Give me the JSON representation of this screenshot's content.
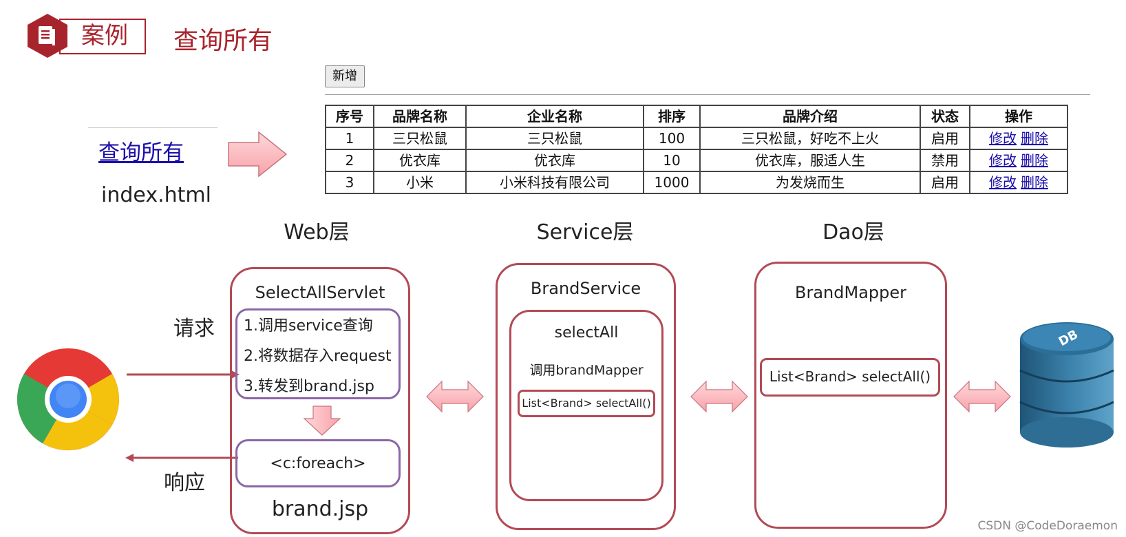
{
  "header": {
    "tag": "案例",
    "title": "查询所有"
  },
  "left": {
    "link": "查询所有",
    "filename": "index.html"
  },
  "page_mock": {
    "add_button": "新增",
    "columns": [
      "序号",
      "品牌名称",
      "企业名称",
      "排序",
      "品牌介绍",
      "状态",
      "操作"
    ],
    "rows": [
      {
        "id": "1",
        "brand": "三只松鼠",
        "company": "三只松鼠",
        "order": "100",
        "desc": "三只松鼠，好吃不上火",
        "status": "启用"
      },
      {
        "id": "2",
        "brand": "优衣库",
        "company": "优衣库",
        "order": "10",
        "desc": "优衣库，服适人生",
        "status": "禁用"
      },
      {
        "id": "3",
        "brand": "小米",
        "company": "小米科技有限公司",
        "order": "1000",
        "desc": "为发烧而生",
        "status": "启用"
      }
    ],
    "edit_label": "修改",
    "delete_label": "删除"
  },
  "layers": {
    "web": "Web层",
    "service": "Service层",
    "dao": "Dao层"
  },
  "web_layer": {
    "servlet": "SelectAllServlet",
    "steps": [
      "1.调用service查询",
      "2.将数据存入request",
      "3.转发到brand.jsp"
    ],
    "foreach": "<c:foreach>",
    "jsp": "brand.jsp"
  },
  "service_layer": {
    "name": "BrandService",
    "method": "selectAll",
    "call": "调用brandMapper",
    "signature": "List<Brand> selectAll()"
  },
  "dao_layer": {
    "name": "BrandMapper",
    "signature": "List<Brand> selectAll()"
  },
  "browser": {
    "request": "请求",
    "response": "响应"
  },
  "db": {
    "label": "DB"
  },
  "watermark": "CSDN @CodeDoraemon",
  "colors": {
    "accent": "#a8242c",
    "box_red": "#b24a55",
    "box_purple": "#8a66a6",
    "link": "#1a0dab"
  }
}
